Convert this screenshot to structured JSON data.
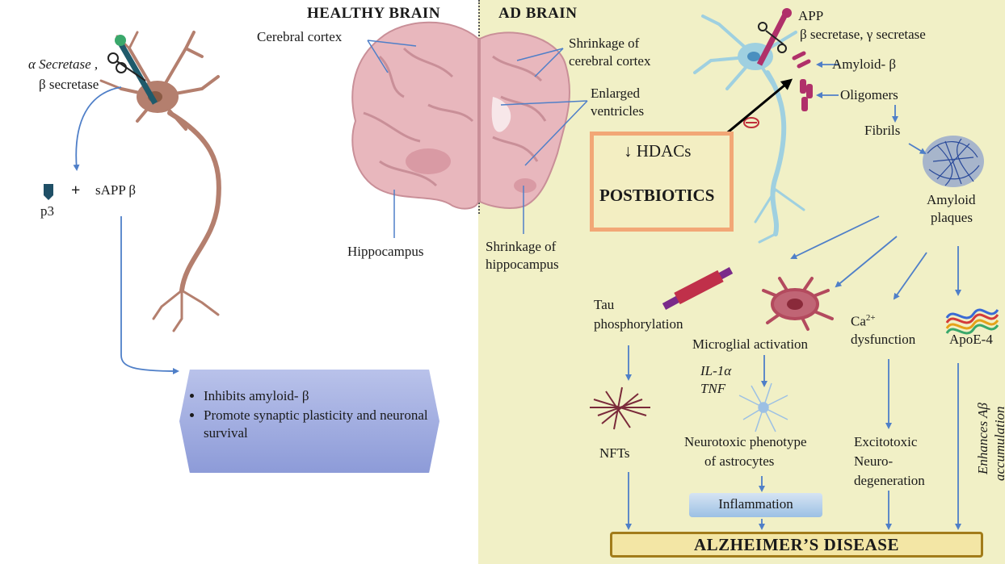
{
  "headers": {
    "healthy": "HEALTHY BRAIN",
    "ad": "AD BRAIN"
  },
  "left": {
    "secretase_line1": "α Secretase ,",
    "secretase_line2": "β secretase",
    "p3": "p3",
    "plus": "+",
    "sapp": "sAPP β",
    "info_items": [
      "Inhibits amyloid- β",
      "Promote synaptic plasticity and neuronal survival"
    ]
  },
  "brain_labels": {
    "cerebral_cortex": "Cerebral cortex",
    "hippocampus": "Hippocampus",
    "shrink_cortex_1": "Shrinkage of",
    "shrink_cortex_2": "cerebral cortex",
    "enlarged_1": "Enlarged",
    "enlarged_2": "ventricles",
    "shrink_hippo_1": "Shrinkage of",
    "shrink_hippo_2": "hippocampus"
  },
  "postbiotics": {
    "hdacs": "↓ HDACs",
    "label": "POSTBIOTICS"
  },
  "pathway": {
    "app": "APP",
    "secretases": "β secretase, γ secretase",
    "amyloid_beta": "Amyloid- β",
    "oligomers": "Oligomers",
    "fibrils": "Fibrils",
    "amyloid_plaques_1": "Amyloid",
    "amyloid_plaques_2": "plaques",
    "tau_1": "Tau",
    "tau_2": "phosphorylation",
    "microglial": "Microglial activation",
    "il1a": "IL-1α",
    "tnf": "TNF",
    "ca": "Ca",
    "ca_sup": "2+",
    "ca_2": "dysfunction",
    "apoe": "ApoE-4",
    "nfts": "NFTs",
    "neurotoxic_1": "Neurotoxic phenotype",
    "neurotoxic_2": "of astrocytes",
    "excito_1": "Excitotoxic",
    "excito_2": "Neuro-",
    "excito_3": "degeneration",
    "enhances_1": "Enhances Aβ",
    "enhances_2": "accumulation",
    "inflammation": "Inflammation",
    "alzheimers": "ALZHEIMER’S DISEASE"
  },
  "colors": {
    "ad_background": "#f1f0c6",
    "arrow_blue": "#4f7fc8",
    "neuron_left": "#b47f6e",
    "neuron_right": "#9fd0e0",
    "brain_pink": "#e8b7bd",
    "postbiotics_border": "#f2a776",
    "info_box": "#9aa6dd",
    "ad_box_border": "#a27c1a"
  }
}
